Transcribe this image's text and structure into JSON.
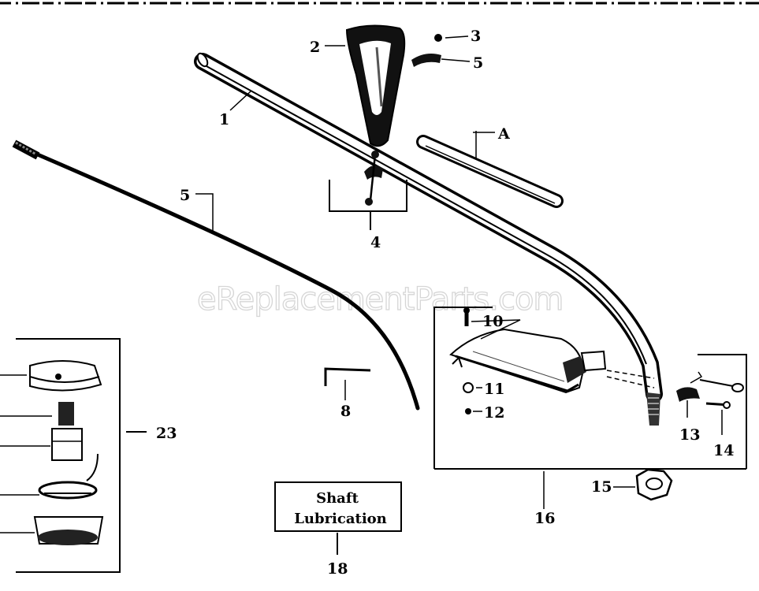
{
  "watermark": "eReplacementParts.com",
  "callouts": {
    "c1": "1",
    "c2": "2",
    "c3": "3",
    "c4": "4",
    "c5a": "5",
    "c5b": "5",
    "cA": "A",
    "c8": "8",
    "c10": "10",
    "c11": "11",
    "c12": "12",
    "c13": "13",
    "c14": "14",
    "c15": "15",
    "c16": "16",
    "c18": "18",
    "c23": "23"
  },
  "lubrication_box": {
    "line1": "Shaft",
    "line2": "Lubrication"
  }
}
